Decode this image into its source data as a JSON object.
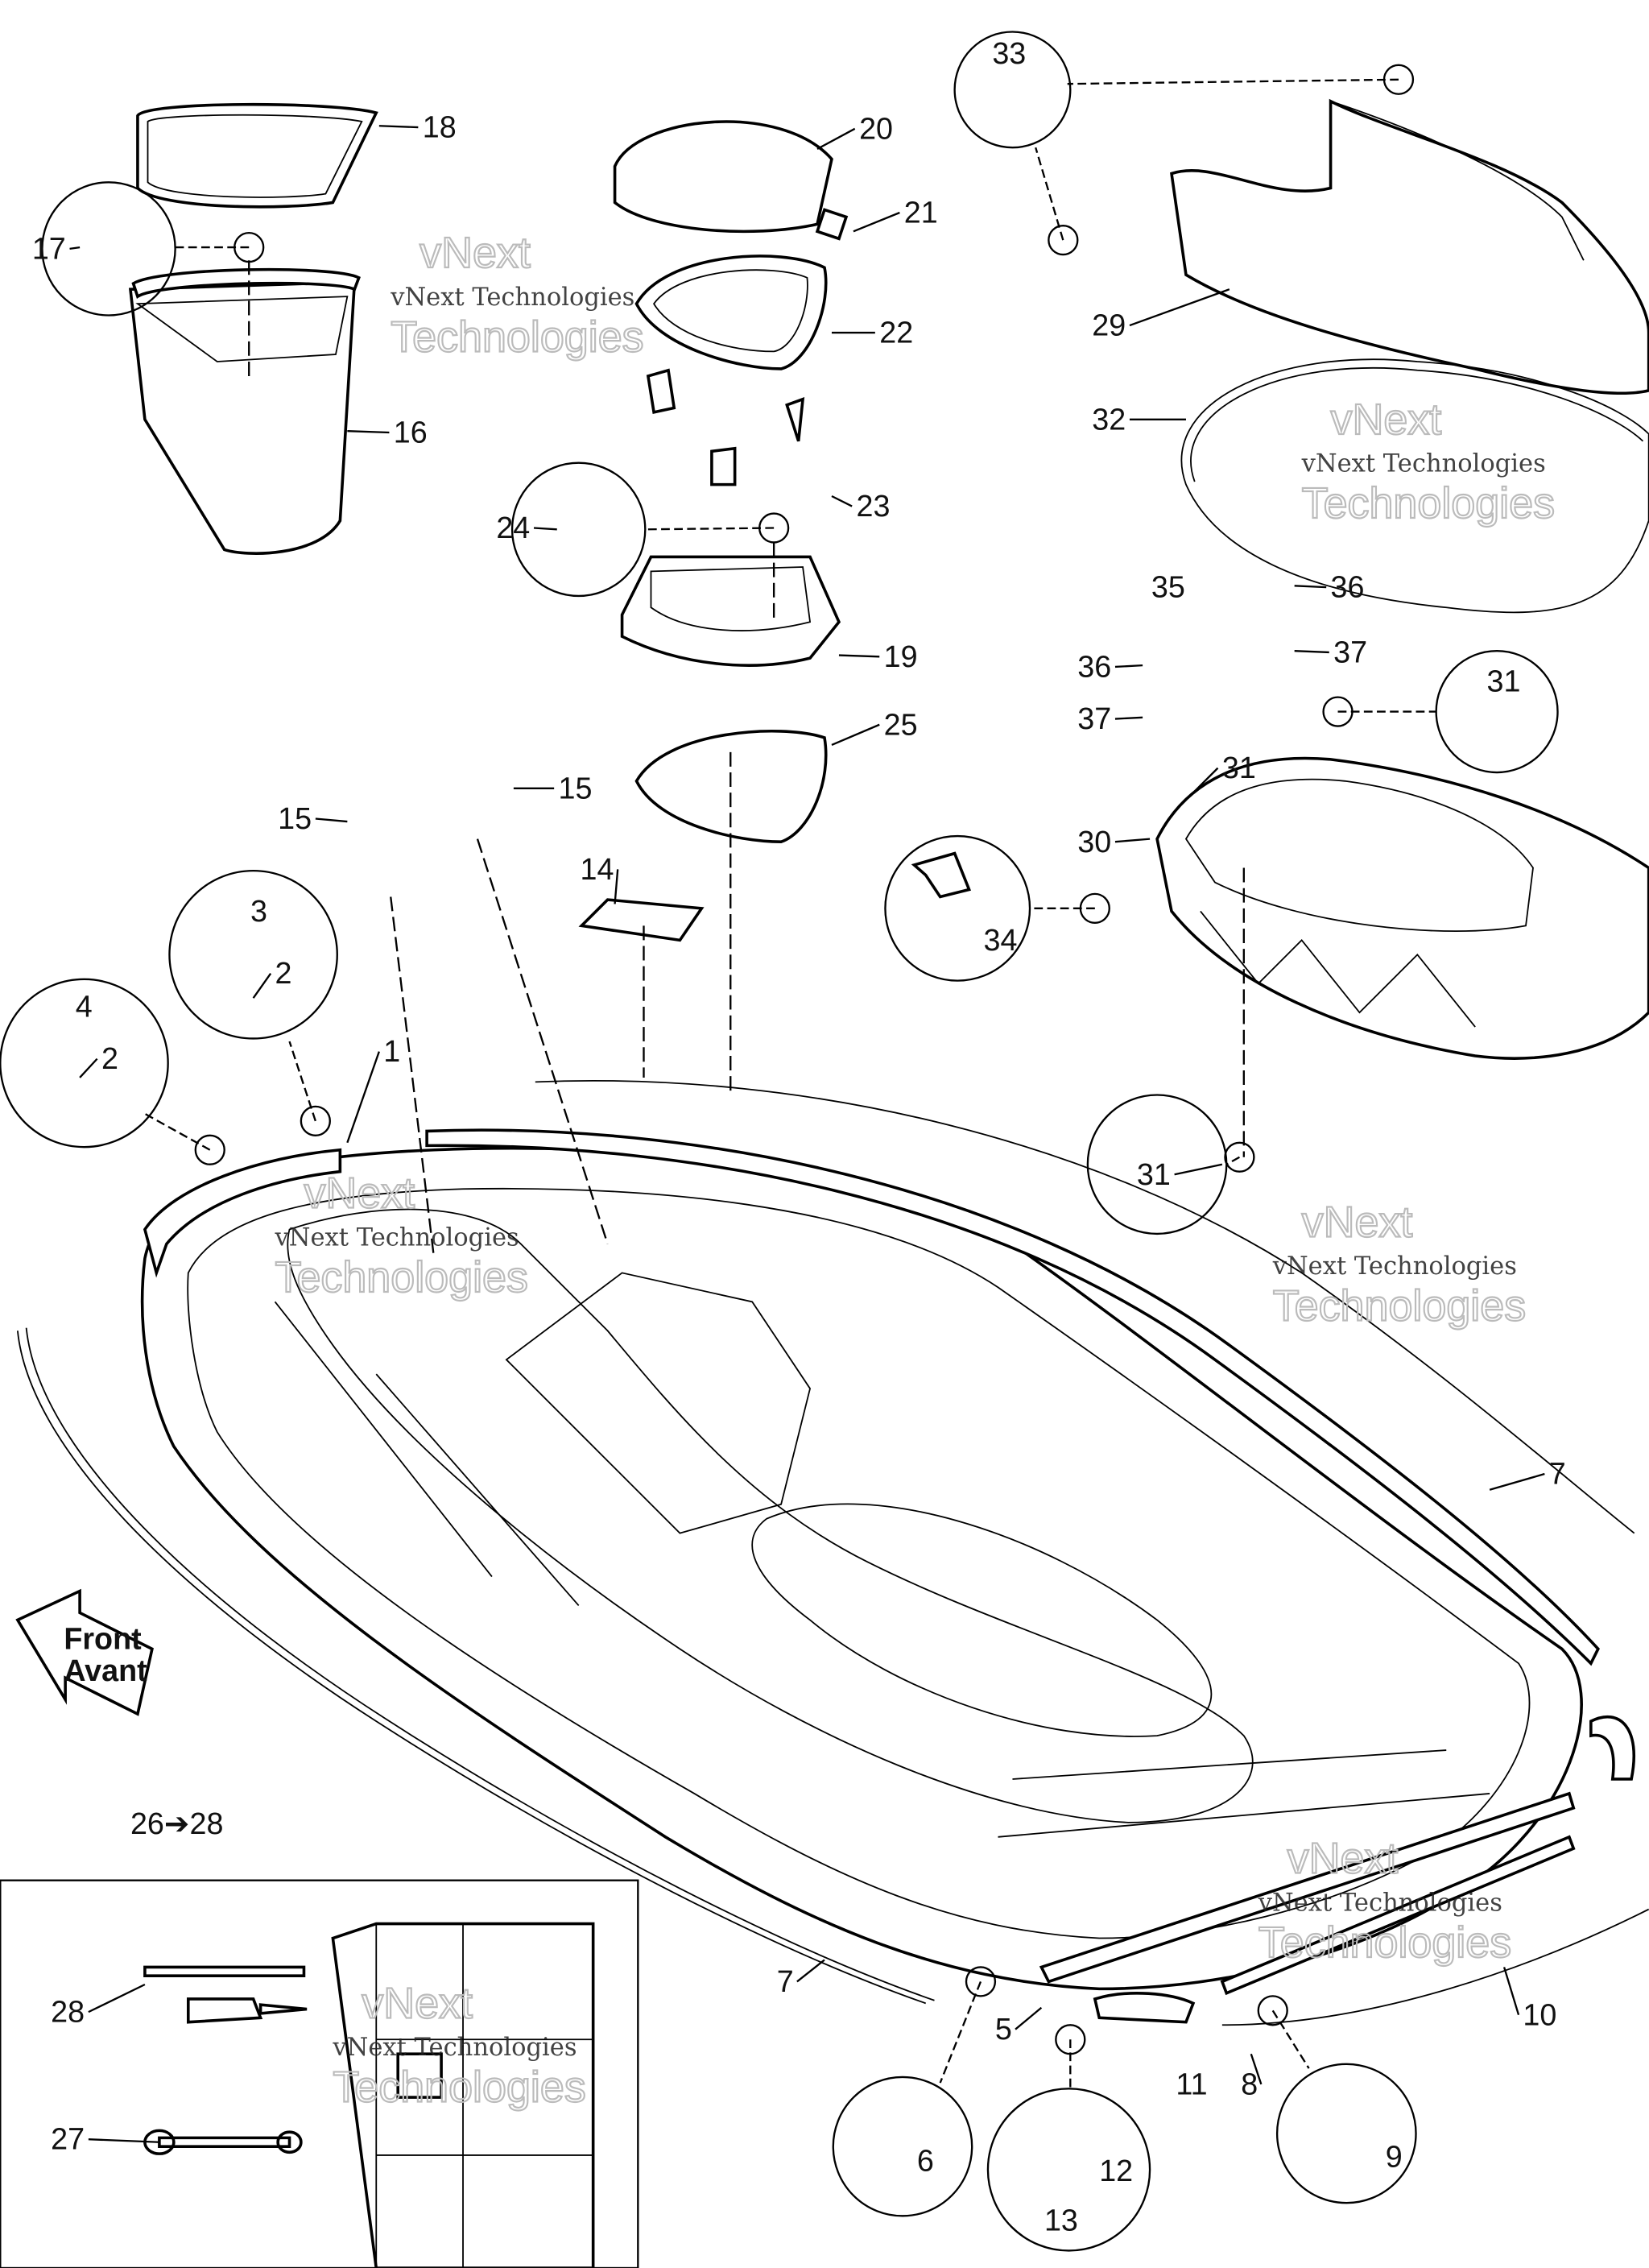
{
  "diagram": {
    "callouts": [
      "18",
      "17",
      "16",
      "20",
      "21",
      "22",
      "23",
      "24",
      "19",
      "25",
      "15",
      "15",
      "14",
      "3",
      "2",
      "4",
      "2",
      "1",
      "33",
      "29",
      "32",
      "35",
      "36",
      "36",
      "37",
      "37",
      "31",
      "31",
      "30",
      "34",
      "31",
      "7",
      "7",
      "5",
      "11",
      "8",
      "10",
      "6",
      "12",
      "13",
      "9",
      "26➔28",
      "28",
      "27"
    ],
    "front_arrow": {
      "line1": "Front",
      "line2": "Avant"
    },
    "watermark": {
      "line1": "vNext",
      "line2": "vNext Technologies",
      "line3": "Technologies"
    },
    "colors": {
      "ink": "#000000",
      "background": "#ffffff",
      "watermark": "#bbbbbb"
    }
  }
}
